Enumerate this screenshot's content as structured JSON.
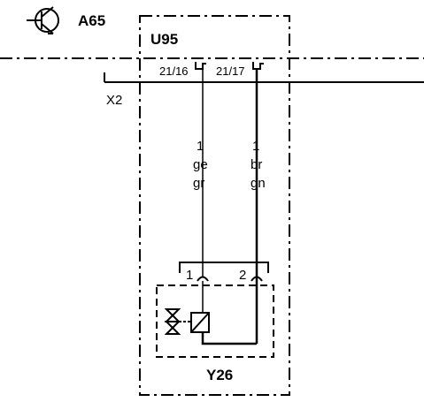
{
  "component_a": {
    "label": "A65"
  },
  "module": {
    "label": "U95"
  },
  "connector": {
    "label": "X2"
  },
  "pins": {
    "left": {
      "label": "21/16"
    },
    "right": {
      "label": "21/17"
    }
  },
  "wires": {
    "left": {
      "number": "1",
      "color_1": "ge",
      "color_2": "gr"
    },
    "right": {
      "number": "1",
      "color_1": "br",
      "color_2": "gn"
    }
  },
  "valve": {
    "label": "Y26",
    "pin_1": "1",
    "pin_2": "2"
  }
}
